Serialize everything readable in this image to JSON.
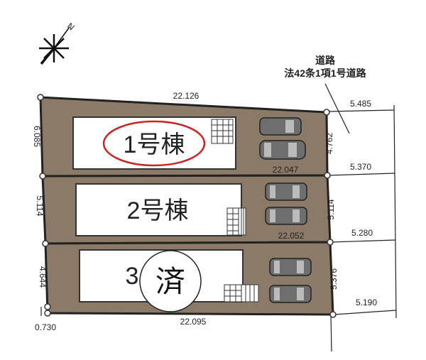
{
  "compass": {
    "north_label": "N",
    "icon": "compass-star-icon"
  },
  "road": {
    "line1": "道路",
    "line2": "法42条1項1号道路"
  },
  "lots": [
    {
      "label": "1号棟",
      "highlighted": true,
      "highlight_color": "#cc2222"
    },
    {
      "label": "2号棟"
    },
    {
      "label": "3",
      "sold_stamp": "済"
    }
  ],
  "dimensions": {
    "top": "22.126",
    "lot1_bottom": "22.047",
    "lot2_bottom": "22.052",
    "bottom": "22.095",
    "left_lot1": "6.085",
    "left_lot2": "5.114",
    "left_lot3": "4.644",
    "right_lot1": "4.762",
    "right_lot2": "5.114",
    "right_lot3": "5.376",
    "road_width_1": "5.485",
    "road_width_2": "5.370",
    "road_width_3": "5.280",
    "road_width_4": "5.190",
    "corner_offset": "0.730"
  },
  "colors": {
    "lot": "#8c7a69",
    "highlight": "#cc2222"
  }
}
